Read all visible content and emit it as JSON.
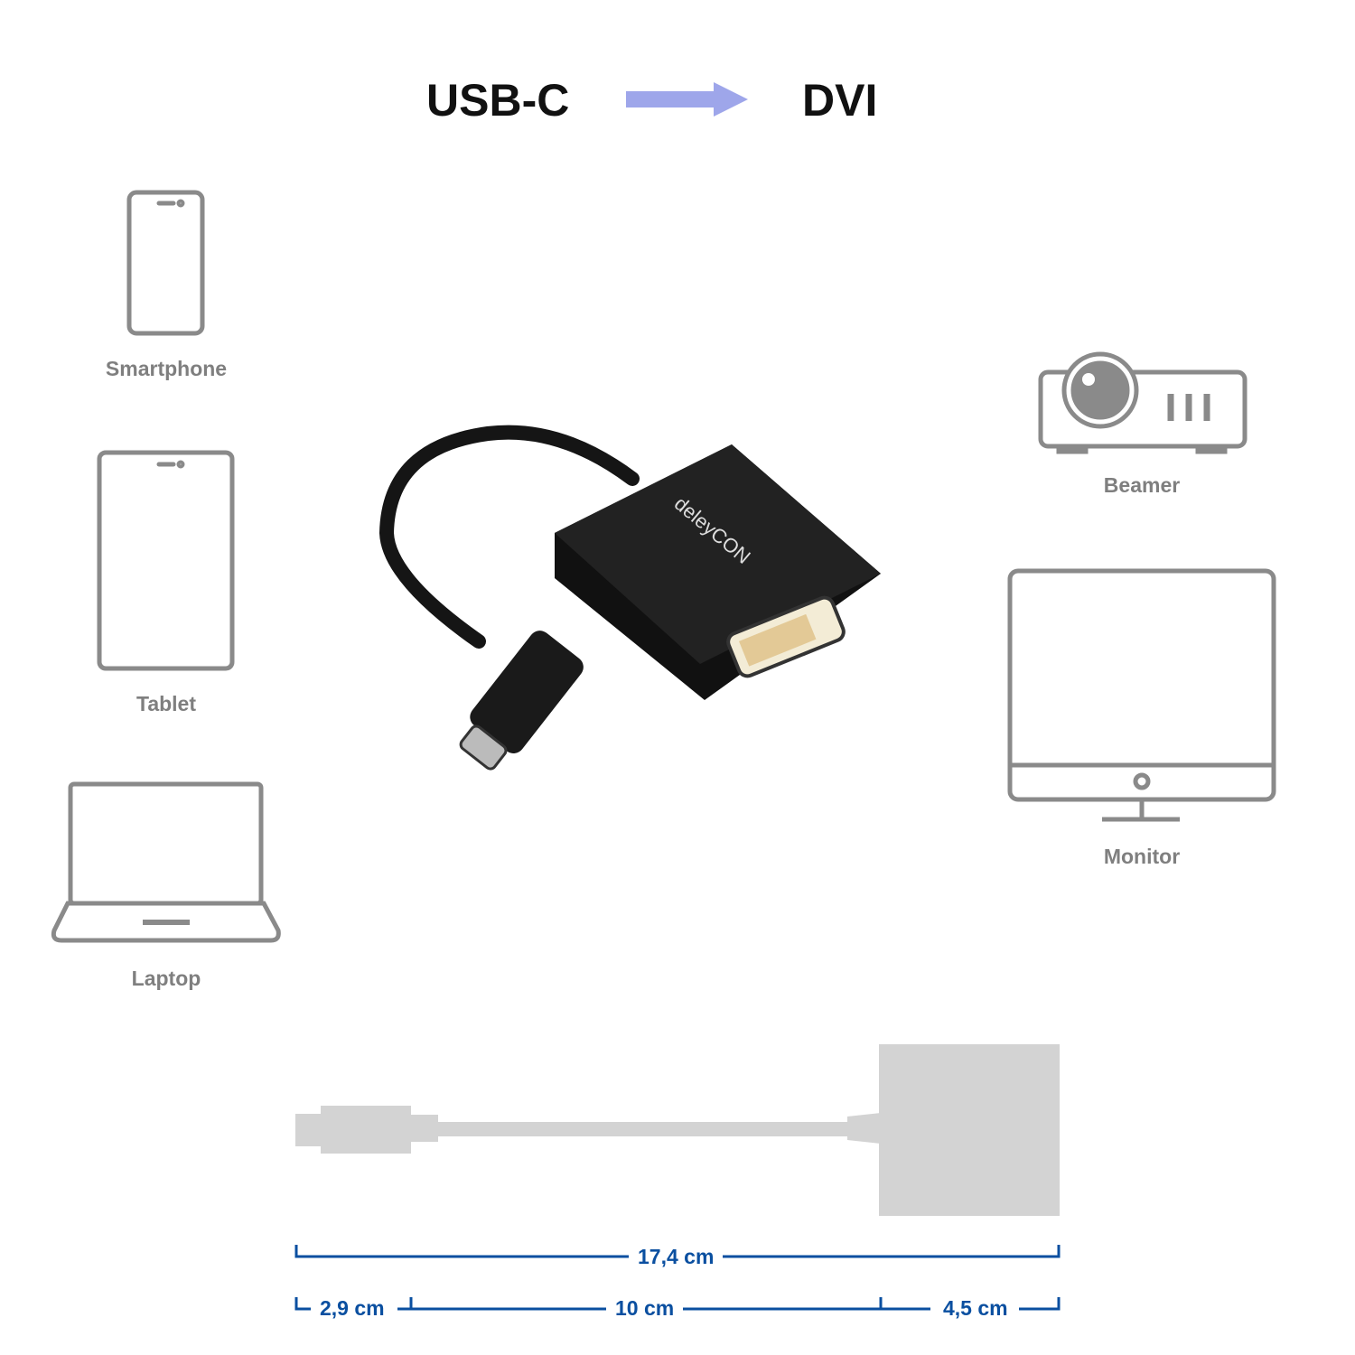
{
  "header": {
    "from": "USB-C",
    "to": "DVI",
    "arrow_color": "#9ea6ea"
  },
  "sources": [
    {
      "label": "Smartphone",
      "icon": "smartphone-icon"
    },
    {
      "label": "Tablet",
      "icon": "tablet-icon"
    },
    {
      "label": "Laptop",
      "icon": "laptop-icon"
    }
  ],
  "targets": [
    {
      "label": "Beamer",
      "icon": "projector-icon"
    },
    {
      "label": "Monitor",
      "icon": "monitor-icon"
    }
  ],
  "product": {
    "brand": "deleyCON"
  },
  "dimensions": {
    "total": "17,4 cm",
    "plug": "2,9 cm",
    "cable": "10 cm",
    "housing": "4,5 cm",
    "color": "#0a4fa0"
  },
  "colors": {
    "icon_gray": "#8a8a8a",
    "silhouette": "#d3d3d3"
  }
}
